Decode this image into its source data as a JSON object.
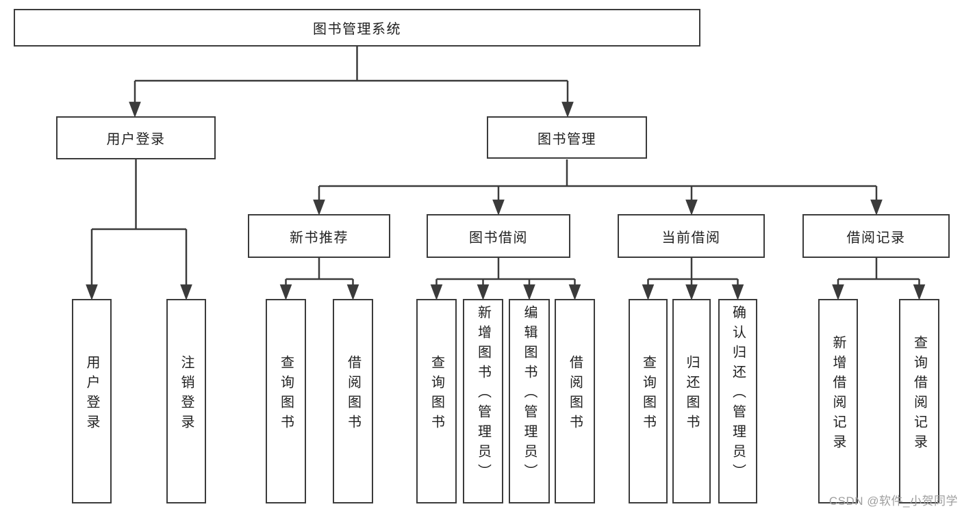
{
  "tree": {
    "root": {
      "label": "图书管理系统"
    },
    "children": [
      {
        "label": "用户登录",
        "children": [
          {
            "label": "用户登录"
          },
          {
            "label": "注销登录"
          }
        ]
      },
      {
        "label": "图书管理",
        "children": [
          {
            "label": "新书推荐",
            "children": [
              {
                "label": "查询图书"
              },
              {
                "label": "借阅图书"
              }
            ]
          },
          {
            "label": "图书借阅",
            "children": [
              {
                "label": "查询图书"
              },
              {
                "label": "新增图书（管理员）"
              },
              {
                "label": "编辑图书（管理员）"
              },
              {
                "label": "借阅图书"
              }
            ]
          },
          {
            "label": "当前借阅",
            "children": [
              {
                "label": "查询图书"
              },
              {
                "label": "归还图书"
              },
              {
                "label": "确认归还（管理员）"
              }
            ]
          },
          {
            "label": "借阅记录",
            "children": [
              {
                "label": "新增借阅记录"
              },
              {
                "label": "查询借阅记录"
              }
            ]
          }
        ]
      }
    ]
  },
  "watermark": {
    "text": "CSDN @软件_小贺同学"
  },
  "colors": {
    "line": "#3b3b3b",
    "box_border": "#3b3b3b",
    "text": "#212121",
    "watermark": "#9e9e9e",
    "background": "#ffffff"
  }
}
